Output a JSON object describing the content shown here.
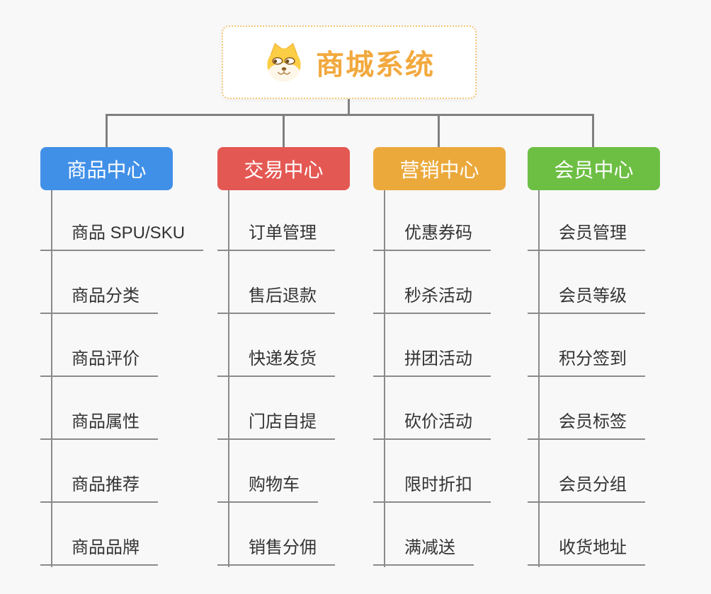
{
  "root": {
    "title": "商城系统",
    "icon": "shiba-dog-icon",
    "text_color": "#f2a93e",
    "border_color": "#f6c57a"
  },
  "connector_color": "#808080",
  "branches": [
    {
      "label": "商品中心",
      "color": "#4190e8",
      "children": [
        "商品 SPU/SKU",
        "商品分类",
        "商品评价",
        "商品属性",
        "商品推荐",
        "商品品牌"
      ]
    },
    {
      "label": "交易中心",
      "color": "#e45853",
      "children": [
        "订单管理",
        "售后退款",
        "快递发货",
        "门店自提",
        "购物车",
        "销售分佣"
      ]
    },
    {
      "label": "营销中心",
      "color": "#eba93c",
      "children": [
        "优惠券码",
        "秒杀活动",
        "拼团活动",
        "砍价活动",
        "限时折扣",
        "满减送"
      ]
    },
    {
      "label": "会员中心",
      "color": "#6dbf44",
      "children": [
        "会员管理",
        "会员等级",
        "积分签到",
        "会员标签",
        "会员分组",
        "收货地址"
      ]
    }
  ]
}
